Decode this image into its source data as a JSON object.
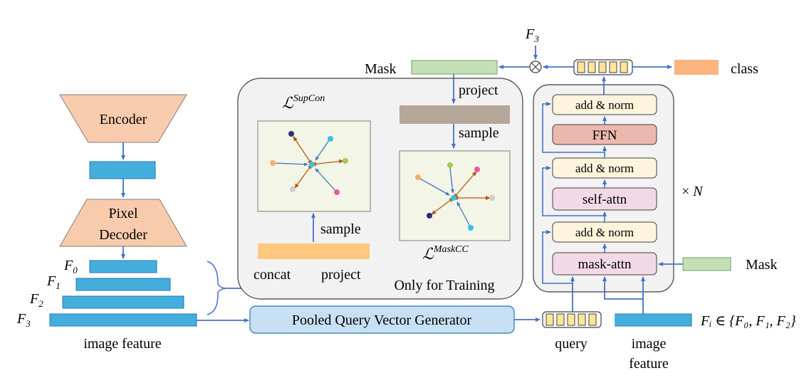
{
  "colors": {
    "arrow": "#4472c4",
    "cyan_box": "#44aedd",
    "encoder_fill": "#f8cbad",
    "green_box": "#c5e0b4",
    "tan_box": "#b5a898",
    "orange_box": "#ffc880",
    "peach_box": "#fbb57e",
    "panel_fill": "#f2f2f2",
    "light_yellow": "#fff5dd",
    "ffn_fill": "#ecb8ad",
    "attn_fill": "#f3d9e6",
    "pooled_fill": "#c8e0f4",
    "plot_bg": "#f3f5e6",
    "brown_arrow": "#b35a12"
  },
  "left": {
    "encoder": "Encoder",
    "pixel_decoder_line1": "Pixel",
    "pixel_decoder_line2": "Decoder",
    "f0": "F",
    "f0_sub": "0",
    "f1": "F",
    "f1_sub": "1",
    "f2": "F",
    "f2_sub": "2",
    "f3": "F",
    "f3_sub": "3",
    "image_feature": "image feature"
  },
  "training": {
    "supcon_base": "ℒ",
    "supcon_sup": "SupCon",
    "maskcc_base": "ℒ",
    "maskcc_sup": "MaskCC",
    "sample_left": "sample",
    "concat": "concat",
    "project_bottom": "project",
    "project_top": "project",
    "sample_right": "sample",
    "only_for_training": "Only for Training"
  },
  "top": {
    "mask": "Mask",
    "f3_top": "F",
    "f3_top_sub": "3",
    "class": "class",
    "otimes": "⊗"
  },
  "decoder": {
    "add_norm_1": "add & norm",
    "ffn": "FFN",
    "add_norm_2": "add & norm",
    "self_attn": "self-attn",
    "add_norm_3": "add & norm",
    "mask_attn": "mask-attn",
    "times_n": "× N",
    "mask_right": "Mask"
  },
  "bottom": {
    "pooled": "Pooled Query Vector Generator",
    "query": "query",
    "image_feature_line1": "image",
    "image_feature_line2": "feature",
    "fi_formula": "Fᵢ ∈ {F₀, F₁, F₂}"
  }
}
